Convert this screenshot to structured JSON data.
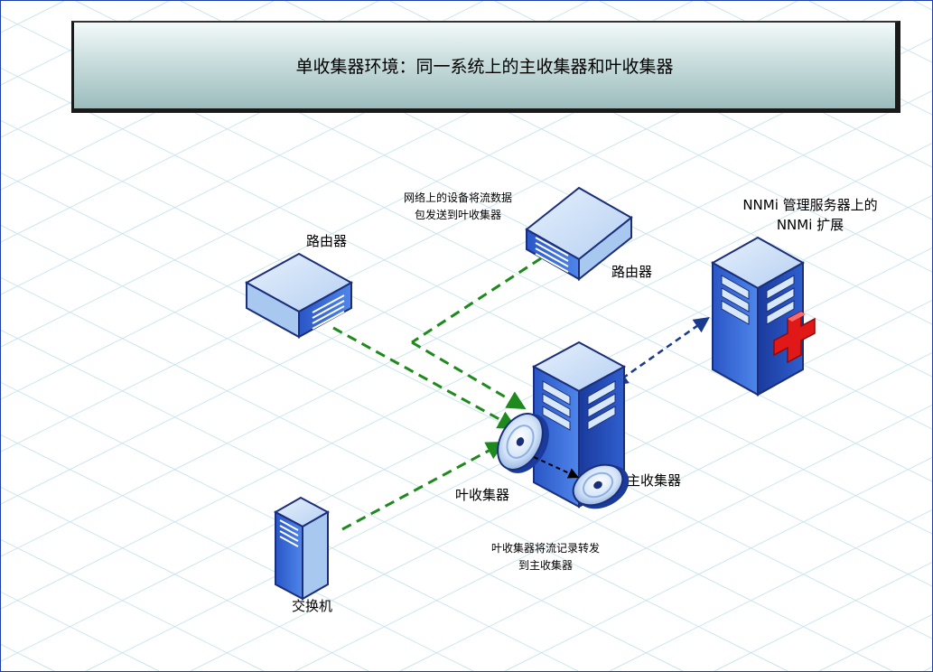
{
  "title": "单收集器环境：同一系统上的主收集器和叶收集器",
  "labels": {
    "router_left": "路由器",
    "router_right": "路由器",
    "devices_note_line1": "网络上的设备将流数据",
    "devices_note_line2": "包发送到叶收集器",
    "nnmi_line1": "NNMi 管理服务器上的",
    "nnmi_line2": "NNMi 扩展",
    "leaf_collector": "叶收集器",
    "master_collector": "主收集器",
    "forward_note_line1": "叶收集器将流记录转发",
    "forward_note_line2": "到主收集器",
    "switch": "交换机"
  },
  "icons": [
    "router-icon",
    "router-icon",
    "server-icon",
    "medical-cross-icon",
    "collector-server-icon",
    "disc-icon",
    "disc-icon",
    "switch-icon"
  ],
  "colors": {
    "flow_arrow": "#1e8a1e",
    "nnmi_link": "#1a3a8f",
    "forward_arrow": "#000000",
    "device_blue": "#3a6fd8",
    "device_light": "#a8c8f0",
    "grid": "#c8e4ee",
    "cross": "#e01818"
  }
}
